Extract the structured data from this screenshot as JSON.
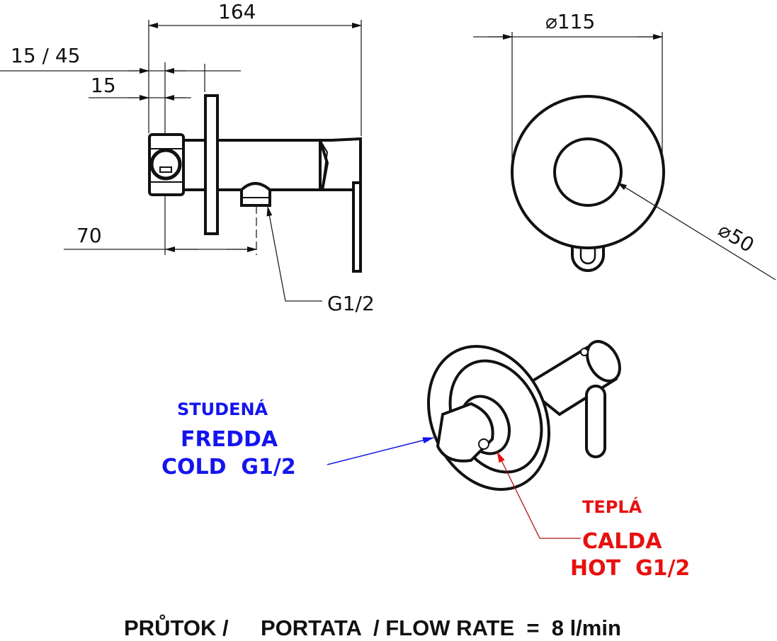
{
  "dimensions": {
    "total_length": "164",
    "offset_range": "15 / 45",
    "offset_min": "15",
    "outlet_distance": "70",
    "outlet_thread": "G1/2",
    "plate_diameter": "⌀115",
    "knob_diameter": "⌀50"
  },
  "inlets": {
    "cold": {
      "cz": "STUDENÁ",
      "it": "FREDDA",
      "en": "COLD  G1/2",
      "color": "#1414f0"
    },
    "hot": {
      "cz": "TEPLÁ",
      "it": "CALDA",
      "en": "HOT  G1/2",
      "color": "#e81010"
    }
  },
  "footer": {
    "label_cz": "PRŮTOK /",
    "label_rest": "PORTATA  / FLOW RATE  =  8 l/min"
  }
}
